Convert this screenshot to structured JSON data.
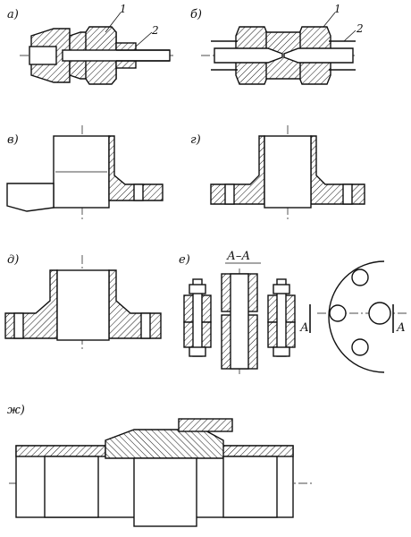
{
  "labels": {
    "a": "а)",
    "b": "б)",
    "v": "в)",
    "g": "г)",
    "d": "д)",
    "e": "е)",
    "zh": "ж)"
  },
  "callouts": {
    "a_1": "1",
    "a_2": "2",
    "b_1": "1",
    "b_2": "2"
  },
  "section": {
    "title": "А–А",
    "arrow_left": "А",
    "arrow_right": "А"
  }
}
